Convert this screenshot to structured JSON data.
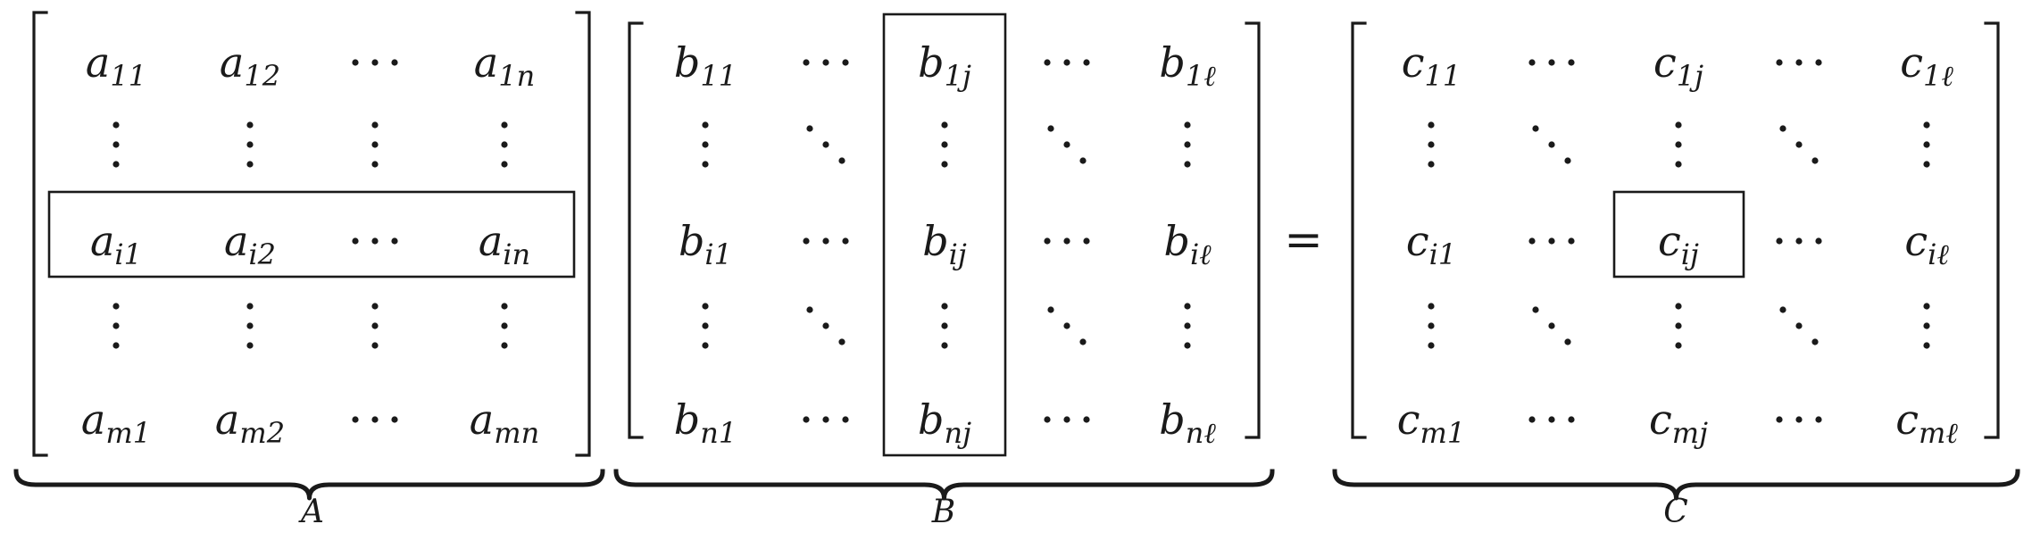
{
  "equation": {
    "equals_sign": "=",
    "matrices": [
      {
        "id": "A",
        "label": "A",
        "rows": [
          [
            {
              "b": "a",
              "s": "11"
            },
            {
              "b": "a",
              "s": "12"
            },
            {
              "e": "h"
            },
            {
              "b": "a",
              "s": "1n"
            }
          ],
          [
            {
              "e": "v"
            },
            {
              "e": "v"
            },
            {
              "e": "v"
            },
            {
              "e": "v"
            }
          ],
          [
            {
              "b": "a",
              "s": "i1"
            },
            {
              "b": "a",
              "s": "i2"
            },
            {
              "e": "h"
            },
            {
              "b": "a",
              "s": "in"
            }
          ],
          [
            {
              "e": "v"
            },
            {
              "e": "v"
            },
            {
              "e": "v"
            },
            {
              "e": "v"
            }
          ],
          [
            {
              "b": "a",
              "s": "m1"
            },
            {
              "b": "a",
              "s": "m2"
            },
            {
              "e": "h"
            },
            {
              "b": "a",
              "s": "mn"
            }
          ]
        ],
        "highlight": {
          "kind": "row",
          "index": 2
        }
      },
      {
        "id": "B",
        "label": "B",
        "rows": [
          [
            {
              "b": "b",
              "s": "11"
            },
            {
              "e": "h"
            },
            {
              "b": "b",
              "s": "1j"
            },
            {
              "e": "h"
            },
            {
              "b": "b",
              "s": "1ℓ"
            }
          ],
          [
            {
              "e": "v"
            },
            {
              "e": "d"
            },
            {
              "e": "v"
            },
            {
              "e": "d"
            },
            {
              "e": "v"
            }
          ],
          [
            {
              "b": "b",
              "s": "i1"
            },
            {
              "e": "h"
            },
            {
              "b": "b",
              "s": "ij"
            },
            {
              "e": "h"
            },
            {
              "b": "b",
              "s": "iℓ"
            }
          ],
          [
            {
              "e": "v"
            },
            {
              "e": "d"
            },
            {
              "e": "v"
            },
            {
              "e": "d"
            },
            {
              "e": "v"
            }
          ],
          [
            {
              "b": "b",
              "s": "n1"
            },
            {
              "e": "h"
            },
            {
              "b": "b",
              "s": "nj"
            },
            {
              "e": "h"
            },
            {
              "b": "b",
              "s": "nℓ"
            }
          ]
        ],
        "highlight": {
          "kind": "column",
          "index": 2
        }
      },
      {
        "id": "C",
        "label": "C",
        "rows": [
          [
            {
              "b": "c",
              "s": "11"
            },
            {
              "e": "h"
            },
            {
              "b": "c",
              "s": "1j"
            },
            {
              "e": "h"
            },
            {
              "b": "c",
              "s": "1ℓ"
            }
          ],
          [
            {
              "e": "v"
            },
            {
              "e": "d"
            },
            {
              "e": "v"
            },
            {
              "e": "d"
            },
            {
              "e": "v"
            }
          ],
          [
            {
              "b": "c",
              "s": "i1"
            },
            {
              "e": "h"
            },
            {
              "b": "c",
              "s": "ij"
            },
            {
              "e": "h"
            },
            {
              "b": "c",
              "s": "iℓ"
            }
          ],
          [
            {
              "e": "v"
            },
            {
              "e": "d"
            },
            {
              "e": "v"
            },
            {
              "e": "d"
            },
            {
              "e": "v"
            }
          ],
          [
            {
              "b": "c",
              "s": "m1"
            },
            {
              "e": "h"
            },
            {
              "b": "c",
              "s": "mj"
            },
            {
              "e": "h"
            },
            {
              "b": "c",
              "s": "mℓ"
            }
          ]
        ],
        "highlight": {
          "kind": "cell",
          "row": 2,
          "col": 2
        }
      }
    ]
  }
}
